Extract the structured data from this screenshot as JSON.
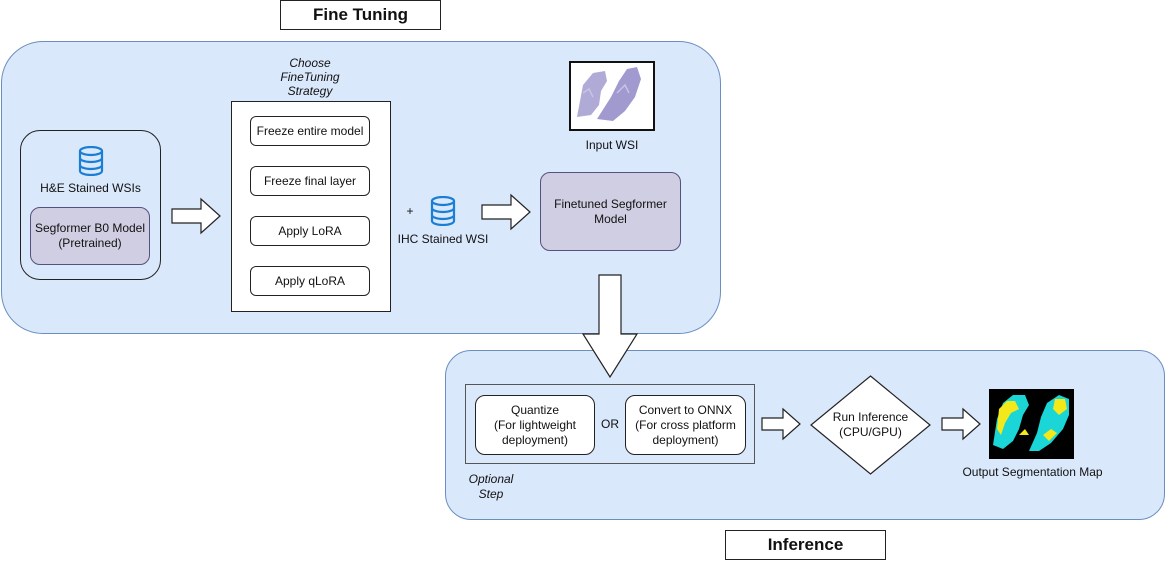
{
  "titles": {
    "fine_tuning": "Fine Tuning",
    "inference": "Inference"
  },
  "fine_tuning": {
    "hne_label": "H&E Stained WSIs",
    "pretrained_model": "Segformer B0 Model\n(Pretrained)",
    "strategy_title": "Choose\nFineTuning\nStrategy",
    "strategies": [
      "Freeze entire model",
      "Freeze final layer",
      "Apply LoRA",
      "Apply qLoRA"
    ],
    "plus": "+",
    "ihc_label": "IHC Stained WSI",
    "finetuned_model": "Finetuned Segformer\nModel",
    "input_wsi_label": "Input WSI"
  },
  "inference": {
    "quantize": "Quantize\n(For lightweight\ndeployment)",
    "or": "OR",
    "onnx": "Convert to ONNX\n(For cross platform\ndeployment)",
    "optional_step": "Optional\nStep",
    "run_inference": "Run Inference\n(CPU/GPU)",
    "output_label": "Output Segmentation Map"
  },
  "colors": {
    "panel_fill": "#dae8fc",
    "panel_border": "#6c8ebf",
    "model_fill": "#d0cee2",
    "database_icon": "#1a7fd4",
    "segmentation_cyan": "#1ad6d6",
    "segmentation_yellow": "#f2e81a"
  }
}
